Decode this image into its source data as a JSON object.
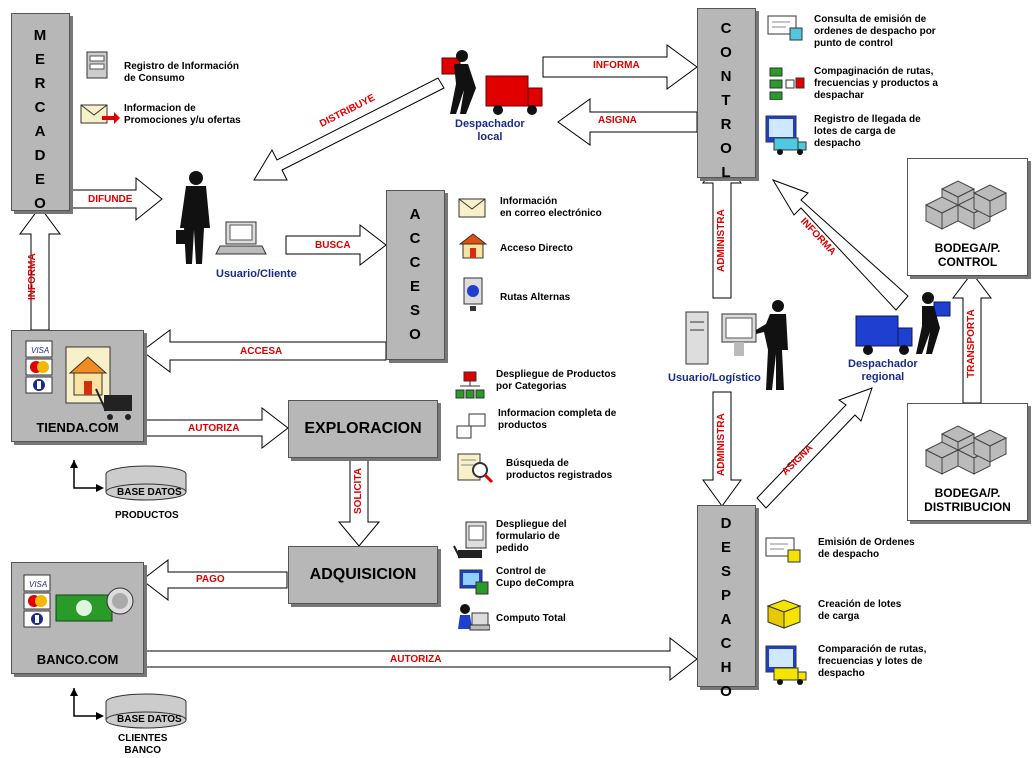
{
  "boxes": {
    "mercadeo": "M\nE\nR\nC\nA\nD\nE\nO",
    "control": "C\nO\nN\nT\nR\nO\nL",
    "acceso": "A\nC\nC\nE\nS\nO",
    "despacho": "D\nE\nS\nP\nA\nC\nH\nO",
    "exploracion": "EXPLORACION",
    "adquisicion": "ADQUISICION",
    "tienda": "TIENDA.COM",
    "banco": "BANCO.COM",
    "bodega_control": "BODEGA/P.\nCONTROL",
    "bodega_distribucion": "BODEGA/P.\nDISTRIBUCION"
  },
  "actors": {
    "usuario_cliente": "Usuario/Cliente",
    "usuario_logistico": "Usuario/Logístico",
    "despachador_local": "Despachador\nlocal",
    "despachador_regional": "Despachador\nregional"
  },
  "arrows": {
    "informa_top": "INFORMA",
    "asigna_top": "ASIGNA",
    "distribuye": "DISTRIBUYE",
    "difunde": "DIFUNDE",
    "busca": "BUSCA",
    "informa_left": "INFORMA",
    "accesa": "ACCESA",
    "autoriza_tienda": "AUTORIZA",
    "solicita": "SOLICITA",
    "pago": "PAGO",
    "autoriza_banco": "AUTORIZA",
    "administra_up": "ADMINISTRA",
    "administra_down": "ADMINISTRA",
    "informa_diag": "INFORMA",
    "asigna_diag": "ASIGNA",
    "transporta": "TRANSPORTA"
  },
  "databases": {
    "productos_label": "BASE DATOS",
    "productos_caption": "PRODUCTOS",
    "clientes_label": "BASE DATOS",
    "clientes_caption": "CLIENTES\nBANCO"
  },
  "features": {
    "mercadeo": [
      "Registro de Información\nde Consumo",
      "Informacion de\nPromociones y/u ofertas"
    ],
    "acceso": [
      "Información\nen correo electrónico",
      "Acceso Directo",
      "Rutas Alternas"
    ],
    "exploracion": [
      "Despliegue de Productos\npor Categorias",
      "Informacion completa de\nproductos",
      "Búsqueda de\nproductos registrados"
    ],
    "adquisicion": [
      "Despliegue del\nformulario de\npedido",
      "Control de\nCupo deCompra",
      "Computo Total"
    ],
    "control": [
      "Consulta de emisión de\nordenes de despacho por\npunto de control",
      "Compaginación de rutas,\nfrecuencias y productos a\ndespachar",
      "Registro de llegada de\nlotes de carga de\ndespacho"
    ],
    "despacho": [
      "Emisión de Ordenes\nde despacho",
      "Creación de lotes\nde carga",
      "Comparación de rutas,\nfrecuencias y lotes de\ndespacho"
    ]
  },
  "colors": {
    "box_fill": "#b7b7b7",
    "arrow_label": "#e00000",
    "actor_label": "#1a2a8a",
    "truck_red": "#e00000",
    "truck_blue": "#1f3fd0"
  }
}
